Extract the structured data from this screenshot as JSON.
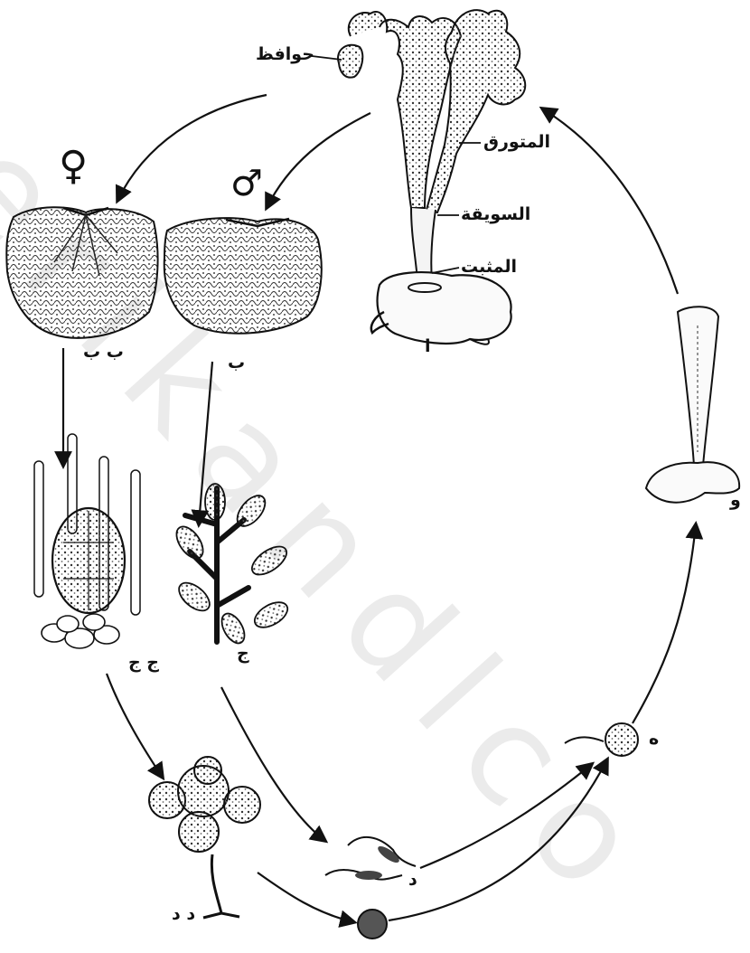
{
  "watermark": "erikandlco",
  "structure_labels": {
    "receptacles": "حوافظ",
    "frond": "المتورق",
    "stipe": "السويقة",
    "holdfast": "المثبت"
  },
  "stage_labels": {
    "a": "ا",
    "b": "ب",
    "bb": "ب ب",
    "j": "ج",
    "jj": "ج ج",
    "d": "د",
    "dd": "د د",
    "h": "ه",
    "w": "و"
  },
  "sex_symbols": {
    "female": "♀",
    "male": "♂"
  },
  "colors": {
    "ink": "#111111",
    "stipple": "#555555",
    "paper": "#ffffff"
  }
}
